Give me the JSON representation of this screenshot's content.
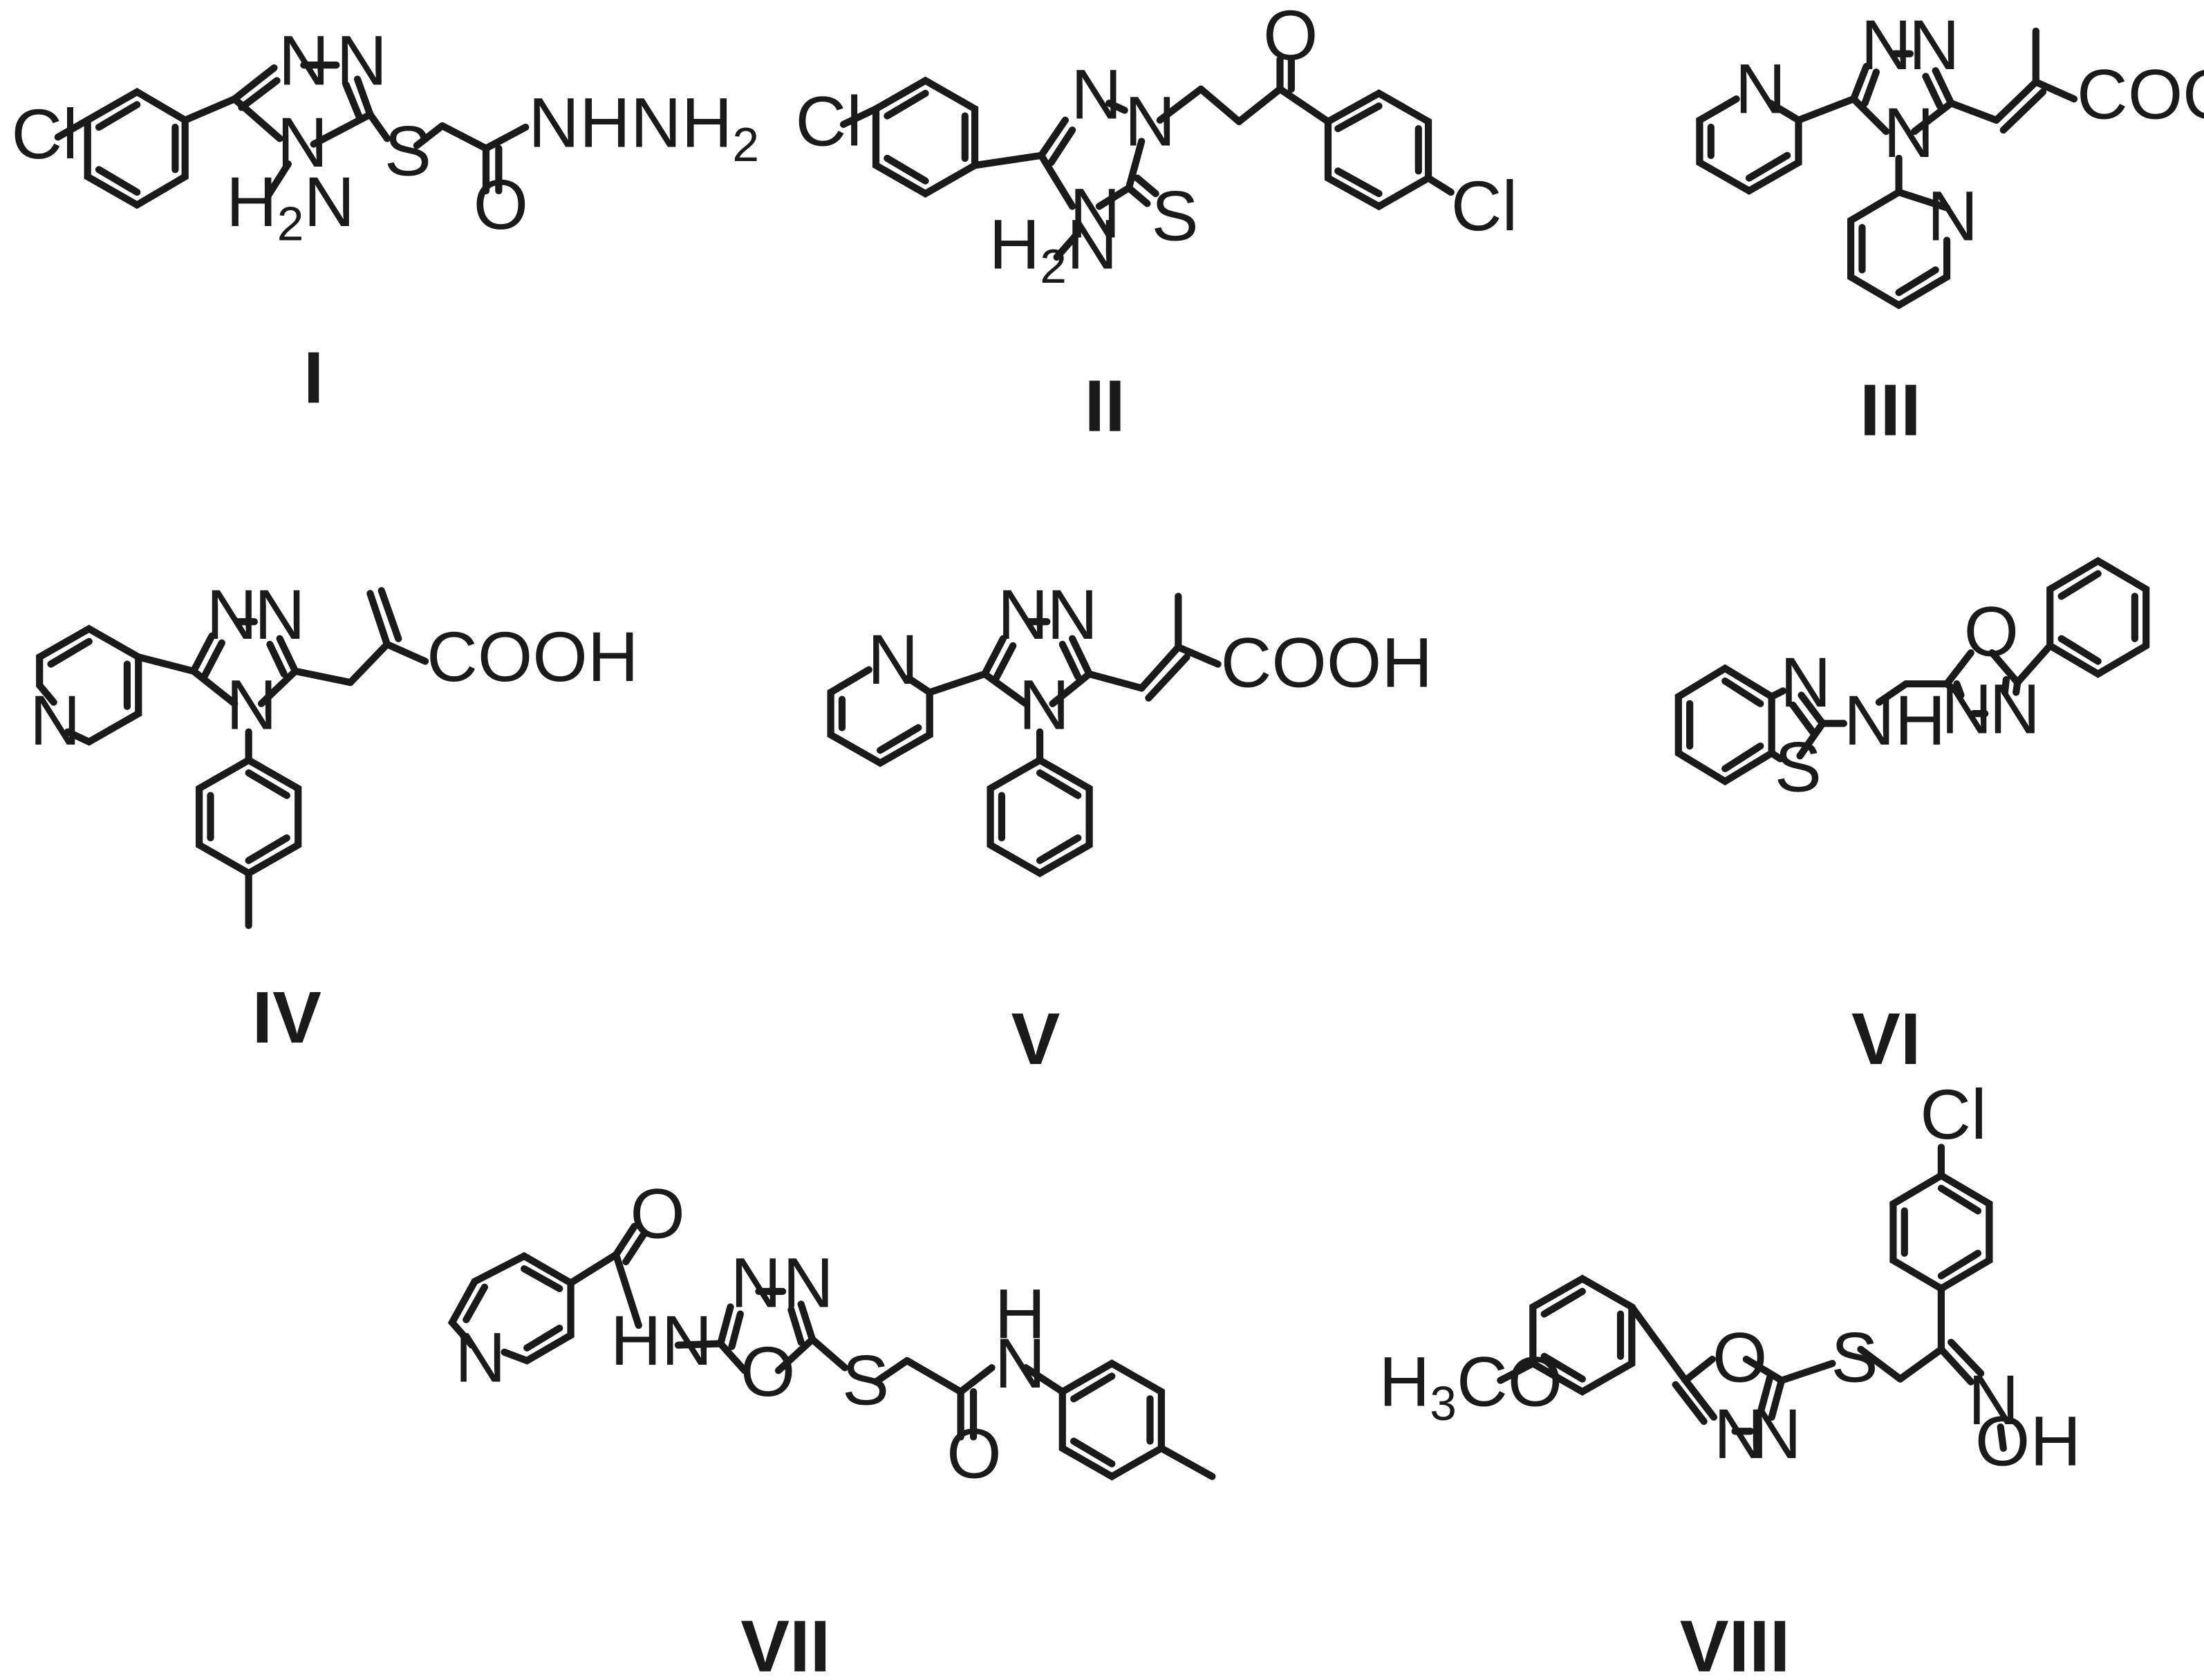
{
  "compounds": [
    {
      "numeral": "I",
      "atoms": {
        "cl": "Cl",
        "n1": "N",
        "n2": "N",
        "n4": "N",
        "s": "S",
        "o": "O",
        "nhnh2": "NHNH",
        "nhnh2_sub": "2",
        "h2": "H",
        "h2_sub": "2",
        "h2_n": "N"
      }
    },
    {
      "numeral": "II",
      "atoms": {
        "cl_left": "Cl",
        "n_ring1": "N",
        "n_ring2": "N",
        "n_ring4": "N",
        "s_thione": "S",
        "o": "O",
        "cl_right": "Cl",
        "h2": "H",
        "h2_sub": "2",
        "h2_n": "N"
      }
    },
    {
      "numeral": "III",
      "atoms": {
        "n_py1": "N",
        "n_tz1": "N",
        "n_tz2": "N",
        "n_tz4": "N",
        "n_py2": "N",
        "cooh": "COOH"
      }
    },
    {
      "numeral": "IV",
      "atoms": {
        "n_py": "N",
        "n_tz1": "N",
        "n_tz2": "N",
        "n_tz4": "N",
        "cooh": "COOH"
      }
    },
    {
      "numeral": "V",
      "atoms": {
        "n_py": "N",
        "n_tz1": "N",
        "n_tz2": "N",
        "n_tz4": "N",
        "cooh": "COOH"
      }
    },
    {
      "numeral": "VI",
      "atoms": {
        "n_btz": "N",
        "s_btz": "S",
        "nh": "NH",
        "o_ox": "O",
        "n_ox1": "N",
        "n_ox2": "N"
      }
    },
    {
      "numeral": "VII",
      "atoms": {
        "n_py": "N",
        "o_amide1": "O",
        "hn": "HN",
        "n_ox1": "N",
        "n_ox2": "N",
        "o_ox": "O",
        "s": "S",
        "nh_h": "H",
        "nh_n": "N",
        "o_amide2": "O"
      }
    },
    {
      "numeral": "VIII",
      "atoms": {
        "h3co_h": "H",
        "h3co_sub": "3",
        "h3co_co": "CO",
        "o_ox": "O",
        "n_ox1": "N",
        "n_ox2": "N",
        "s": "S",
        "cl": "Cl",
        "n_oxime": "N",
        "oh": "OH"
      }
    }
  ]
}
